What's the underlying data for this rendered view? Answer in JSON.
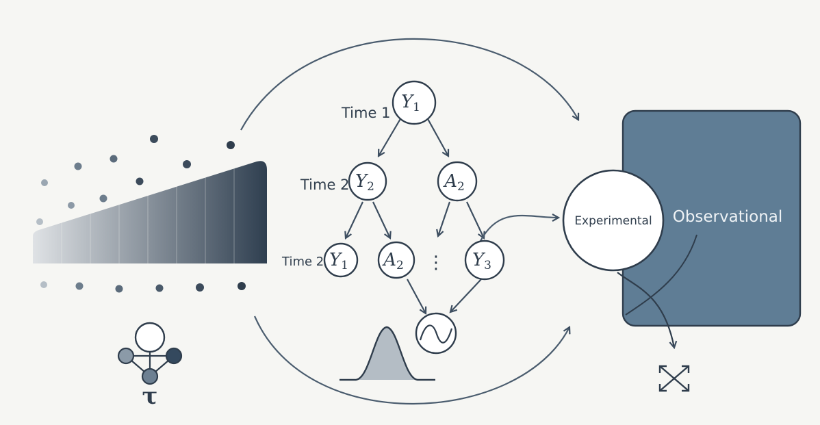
{
  "colors": {
    "ink": "#2f3d4c",
    "observational_box": "#5f7d95",
    "background": "#f6f6f3"
  },
  "time_labels": {
    "t1": "Time 1",
    "t2": "Time 2",
    "t3": "Time 2"
  },
  "nodes": {
    "y1_top": {
      "var": "Y",
      "sub": "1"
    },
    "y2": {
      "var": "Y",
      "sub": "2"
    },
    "a2": {
      "var": "A",
      "sub": "2"
    },
    "y1_bottom": {
      "var": "Y",
      "sub": "1"
    },
    "a2_bottom": {
      "var": "A",
      "sub": "2"
    },
    "y3": {
      "var": "Y",
      "sub": "3"
    },
    "ellipsis": "⋮"
  },
  "symbols": {
    "tau": "τ"
  },
  "boxes": {
    "experimental": "Experimental",
    "observational": "Observational"
  },
  "icons": [
    "gradient-wedge-icon",
    "scatter-dots-icon",
    "causal-graph-icon",
    "bell-curve-icon",
    "sine-wave-icon",
    "cross-arrows-icon"
  ]
}
